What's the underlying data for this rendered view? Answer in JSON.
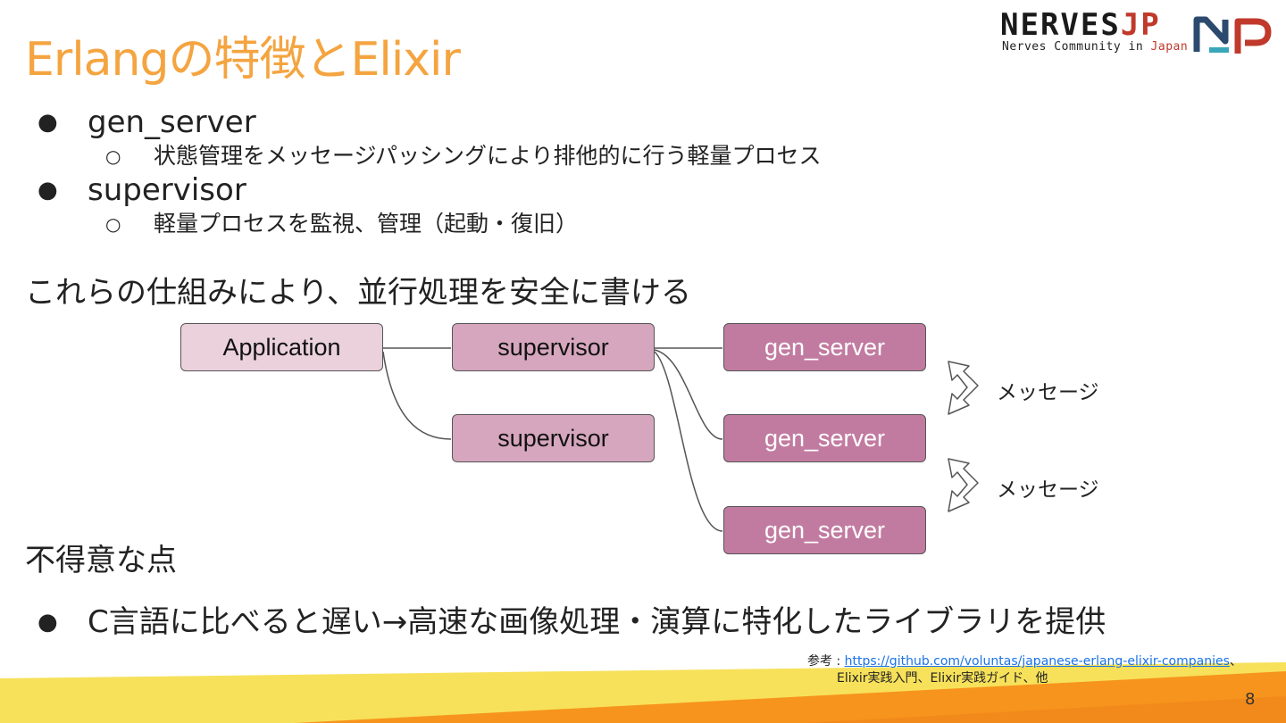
{
  "slide": {
    "title": "Erlangの特徴とElixir",
    "page_number": "8"
  },
  "logo": {
    "name_main": "NERVES",
    "name_jp": "JP",
    "subtitle_main": "Nerves Community in ",
    "subtitle_jp": "Japan"
  },
  "bullets": [
    {
      "marker": "●",
      "text": "gen_server",
      "sub": {
        "marker": "○",
        "text": "状態管理をメッセージパッシングにより排他的に行う軽量プロセス"
      }
    },
    {
      "marker": "●",
      "text": "supervisor",
      "sub": {
        "marker": "○",
        "text": "軽量プロセスを監視、管理（起動・復旧）"
      }
    }
  ],
  "statement": "これらの仕組みにより、並行処理を安全に書ける",
  "diagram": {
    "nodes": {
      "application": "Application",
      "supervisor_1": "supervisor",
      "supervisor_2": "supervisor",
      "gen_server_1": "gen_server",
      "gen_server_2": "gen_server",
      "gen_server_3": "gen_server"
    },
    "message_labels": [
      "メッセージ",
      "メッセージ"
    ],
    "colors": {
      "application": "#ead1dc",
      "supervisor": "#d5a6bd",
      "gen_server": "#c27ba0"
    }
  },
  "weakness": {
    "heading": "不得意な点",
    "bullet_marker": "●",
    "bullet_text": "C言語に比べると遅い→高速な画像処理・演算に特化したライブラリを提供"
  },
  "reference": {
    "prefix": "参考 : ",
    "link_text": "https://github.com/voluntas/japanese-erlang-elixir-companies",
    "after_link": "、",
    "line2": "Elixir実践入門、Elixir実践ガイド、他"
  },
  "colors": {
    "title": "#f4a440",
    "footer_yellow": "#f7e15a",
    "footer_orange": "#f7941d"
  }
}
